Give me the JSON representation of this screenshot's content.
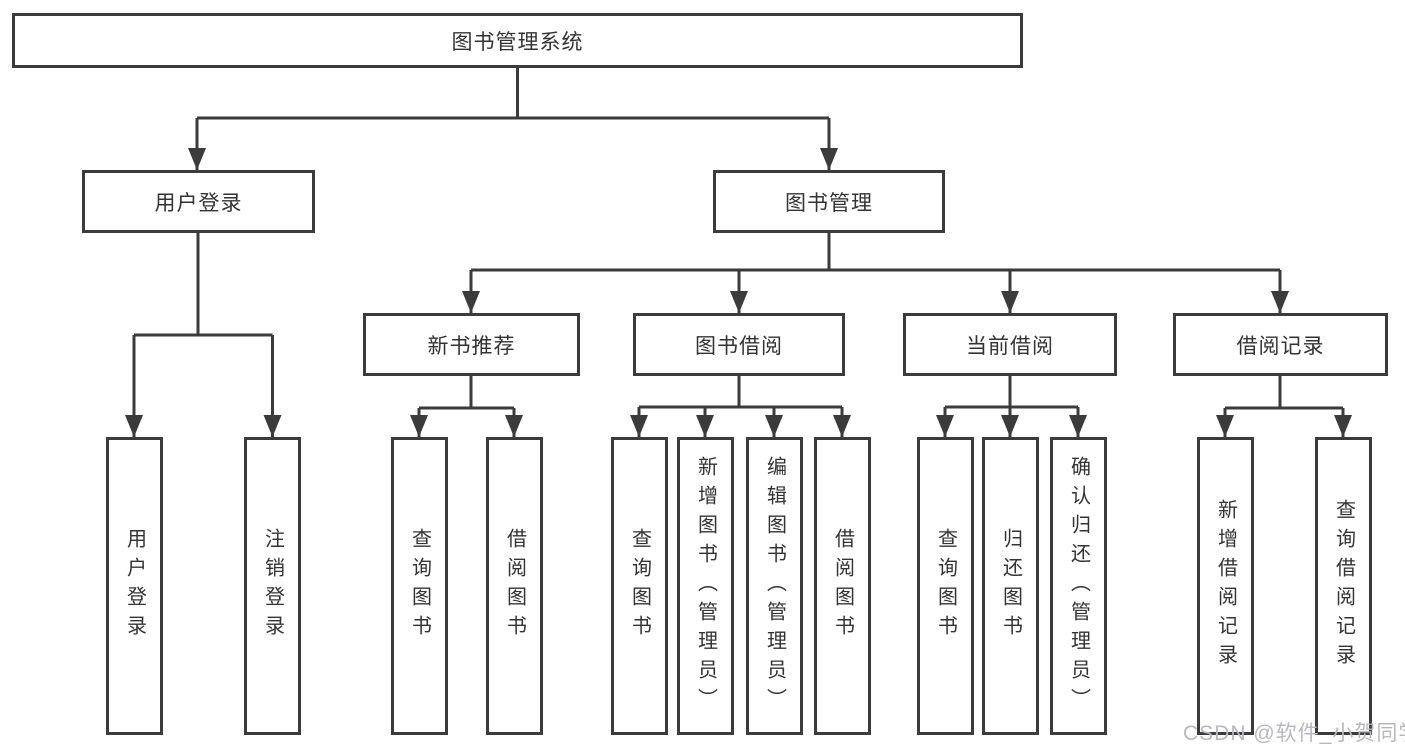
{
  "colors": {
    "line": "#3b3b3b",
    "text": "#333333",
    "watermark": "#b8b8bf",
    "background": "#ffffff"
  },
  "watermark": "CSDN @软件_小贺同学",
  "tree": {
    "root": {
      "label": "图书管理系统"
    },
    "login": {
      "label": "用户登录",
      "children": {
        "user_login": {
          "label": "用户登录"
        },
        "logout": {
          "label": "注销登录"
        }
      }
    },
    "management": {
      "label": "图书管理",
      "children": {
        "new_books": {
          "label": "新书推荐",
          "children": {
            "query": {
              "label": "查询图书"
            },
            "borrow": {
              "label": "借阅图书"
            }
          }
        },
        "borrowing": {
          "label": "图书借阅",
          "children": {
            "query": {
              "label": "查询图书"
            },
            "add": {
              "label": "新增图书（管理员）"
            },
            "edit": {
              "label": "编辑图书（管理员）"
            },
            "borrow": {
              "label": "借阅图书"
            }
          }
        },
        "current": {
          "label": "当前借阅",
          "children": {
            "query": {
              "label": "查询图书"
            },
            "return": {
              "label": "归还图书"
            },
            "confirm": {
              "label": "确认归还（管理员）"
            }
          }
        },
        "records": {
          "label": "借阅记录",
          "children": {
            "add": {
              "label": "新增借阅记录"
            },
            "query": {
              "label": "查询借阅记录"
            }
          }
        }
      }
    }
  }
}
